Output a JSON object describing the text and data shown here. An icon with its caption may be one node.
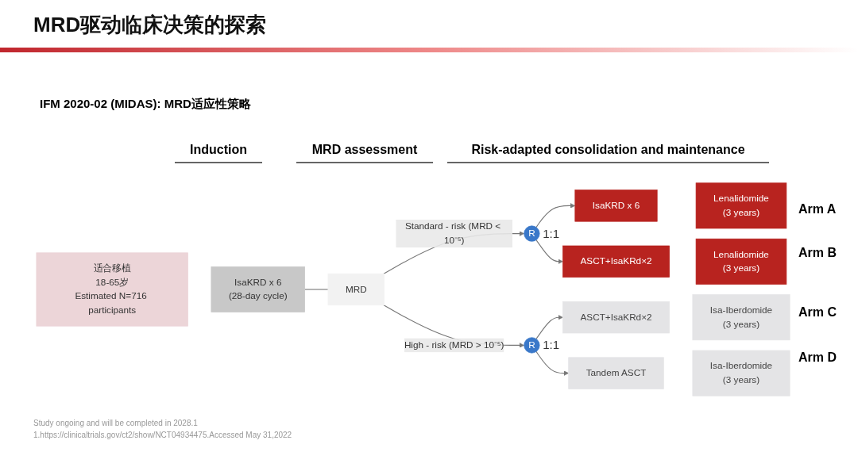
{
  "diagram": {
    "title": "MRD驱动临床决策的探索",
    "nodes": [
      {
        "text": [
          "适合移植",
          "18-65岁",
          "Estimated N=716 participants"
        ]
      },
      {
        "text": [
          "IsaKRD x 6",
          "(28-day cycle)"
        ]
      },
      {
        "text": [
          "MRD"
        ]
      },
      {
        "text": [
          "R"
        ]
      },
      {
        "text": [
          "R"
        ]
      },
      {
        "text": [
          "IsaKRD x 6"
        ]
      },
      {
        "text": [
          "ASCT+IsaKRd×2"
        ]
      },
      {
        "text": [
          "ASCT+IsaKRd×2"
        ]
      },
      {
        "text": [
          "Tandem ASCT"
        ]
      },
      {
        "text": [
          "Lenalidomide",
          "(3 years)"
        ]
      },
      {
        "text": [
          "Lenalidomide",
          "(3 years)"
        ]
      },
      {
        "text": [
          "Isa-Iberdomide",
          "(3 years)"
        ]
      },
      {
        "text": [
          "Isa-Iberdomide",
          "(3 years)"
        ]
      }
    ],
    "edges": [
      {
        "from": 1,
        "to": 2,
        "arrow": "none"
      },
      {
        "from": 2,
        "to": 3,
        "arrow": "to",
        "label": "Standard - risk (MRD < 10⁻⁵)"
      },
      {
        "from": 2,
        "to": 4,
        "arrow": "to",
        "label": "High - risk (MRD > 10⁻⁵)"
      },
      {
        "from": 3,
        "to": 5,
        "arrow": "to"
      },
      {
        "from": 3,
        "to": 6,
        "arrow": "to"
      },
      {
        "from": 4,
        "to": 7,
        "arrow": "to"
      },
      {
        "from": 4,
        "to": 8,
        "arrow": "to"
      }
    ],
    "labels": [
      "IFM 2020-02 (MIDAS): MRD适应性策略",
      "Induction",
      "MRD assessment",
      "Risk-adapted consolidation and maintenance",
      "1:1",
      "1:1",
      "Arm A",
      "Arm B",
      "Arm C",
      "Arm D",
      "Study ongoing and will be completed in 2028.1",
      "1.https://clinicaltrials.gov/ct2/show/NCT04934475.Accessed May 31,2022"
    ]
  }
}
